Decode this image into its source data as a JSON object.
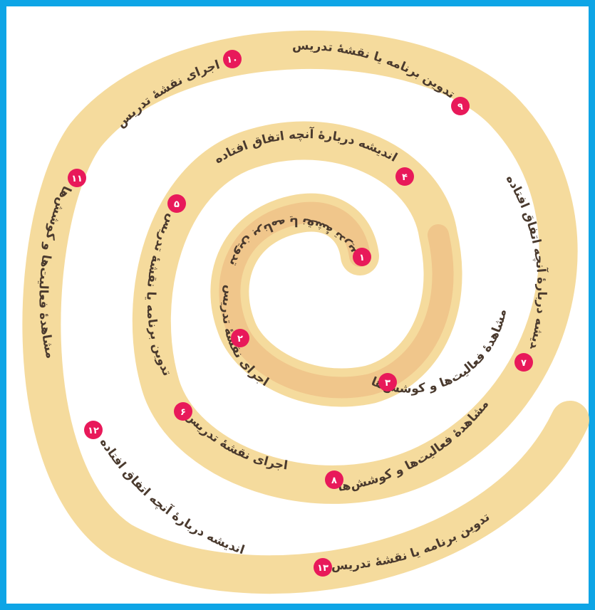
{
  "colors": {
    "frame": "#0ea5e6",
    "spiral_outer": "#f3d58c",
    "spiral_inner": "#f0c38a",
    "badge": "#e8195a",
    "text": "#4a3a2e"
  },
  "steps": [
    {
      "num": "۱",
      "label": "تدوین برنامه یا نقشهٔ تدریس"
    },
    {
      "num": "۲",
      "label": "اجرای نقشهٔ تدریس"
    },
    {
      "num": "۳",
      "label": "مشاهدهٔ فعالیت‌ها و کوشش‌ها"
    },
    {
      "num": "۴",
      "label": "اندیشه دربارهٔ آنچه اتفاق افتاده"
    },
    {
      "num": "۵",
      "label": "تدوین برنامه یا نقشهٔ تدریس"
    },
    {
      "num": "۶",
      "label": "اجرای نقشهٔ تدریس"
    },
    {
      "num": "۷",
      "label": "اندیشه دربارهٔ آنچه اتفاق افتاده"
    },
    {
      "num": "۸",
      "label": "مشاهدهٔ فعالیت‌ها و کوشش‌ها"
    },
    {
      "num": "۹",
      "label": "تدوین برنامه یا نقشهٔ تدریس"
    },
    {
      "num": "۱۰",
      "label": "اجرای نقشهٔ تدریس"
    },
    {
      "num": "۱۱",
      "label": "مشاهدهٔ فعالیت‌ها و کوشش‌ها"
    },
    {
      "num": "۱۲",
      "label": "اندیشه دربارهٔ آنچه اتفاق افتاده"
    },
    {
      "num": "۱۳",
      "label": "تدوین برنامه یا نقشهٔ تدریس"
    }
  ]
}
